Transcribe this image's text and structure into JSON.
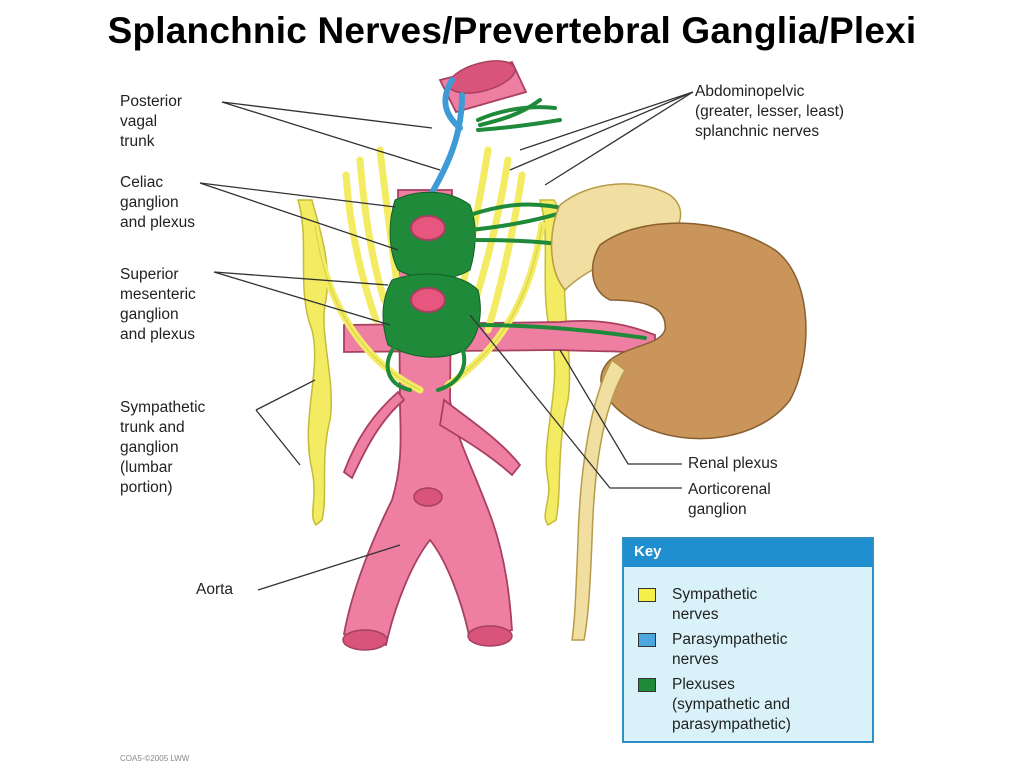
{
  "title": "Splanchnic Nerves/Prevertebral Ganglia/Plexi",
  "labels": {
    "posterior_vagal_trunk": "Posterior\nvagal\ntrunk",
    "celiac_ganglion": "Celiac\nganglion\nand plexus",
    "superior_mesenteric": "Superior\nmesenteric\nganglion\nand plexus",
    "sympathetic_trunk": "Sympathetic\ntrunk and\nganglion\n(lumbar\nportion)",
    "aorta": "Aorta",
    "abdominopelvic": "Abdominopelvic\n(greater, lesser, least)\nsplanchnic nerves",
    "renal_plexus": "Renal plexus",
    "aorticorenal_ganglion": "Aorticorenal\nganglion"
  },
  "key": {
    "heading": "Key",
    "items": [
      {
        "text": "Sympathetic\nnerves",
        "color": "#f5ef4a"
      },
      {
        "text": "Parasympathetic\nnerves",
        "color": "#4da6dd"
      },
      {
        "text": "Plexuses\n(sympathetic and\nparasympathetic)",
        "color": "#1f8a3a"
      }
    ]
  },
  "credit": "COA5-©2005 LWW",
  "colors": {
    "aorta": "#ee7fa3",
    "sympathetic": "#f3ec63",
    "parasympathetic": "#3f9bd6",
    "plexus": "#1f8a3a",
    "kidney": "#c9955a",
    "adrenal": "#f0dfa0"
  }
}
